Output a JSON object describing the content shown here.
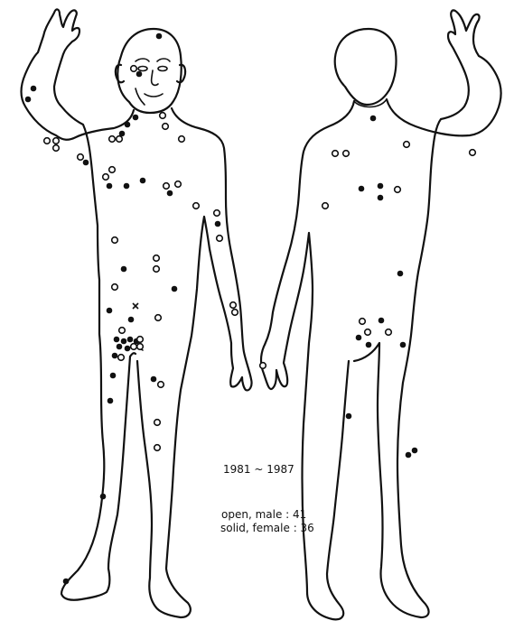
{
  "legend": {
    "period": "1981 ~ 1987",
    "open_label": "open, male : 41",
    "solid_label": "solid, female : 36"
  },
  "colors": {
    "ink": "#111111",
    "paper": "#ffffff"
  }
}
